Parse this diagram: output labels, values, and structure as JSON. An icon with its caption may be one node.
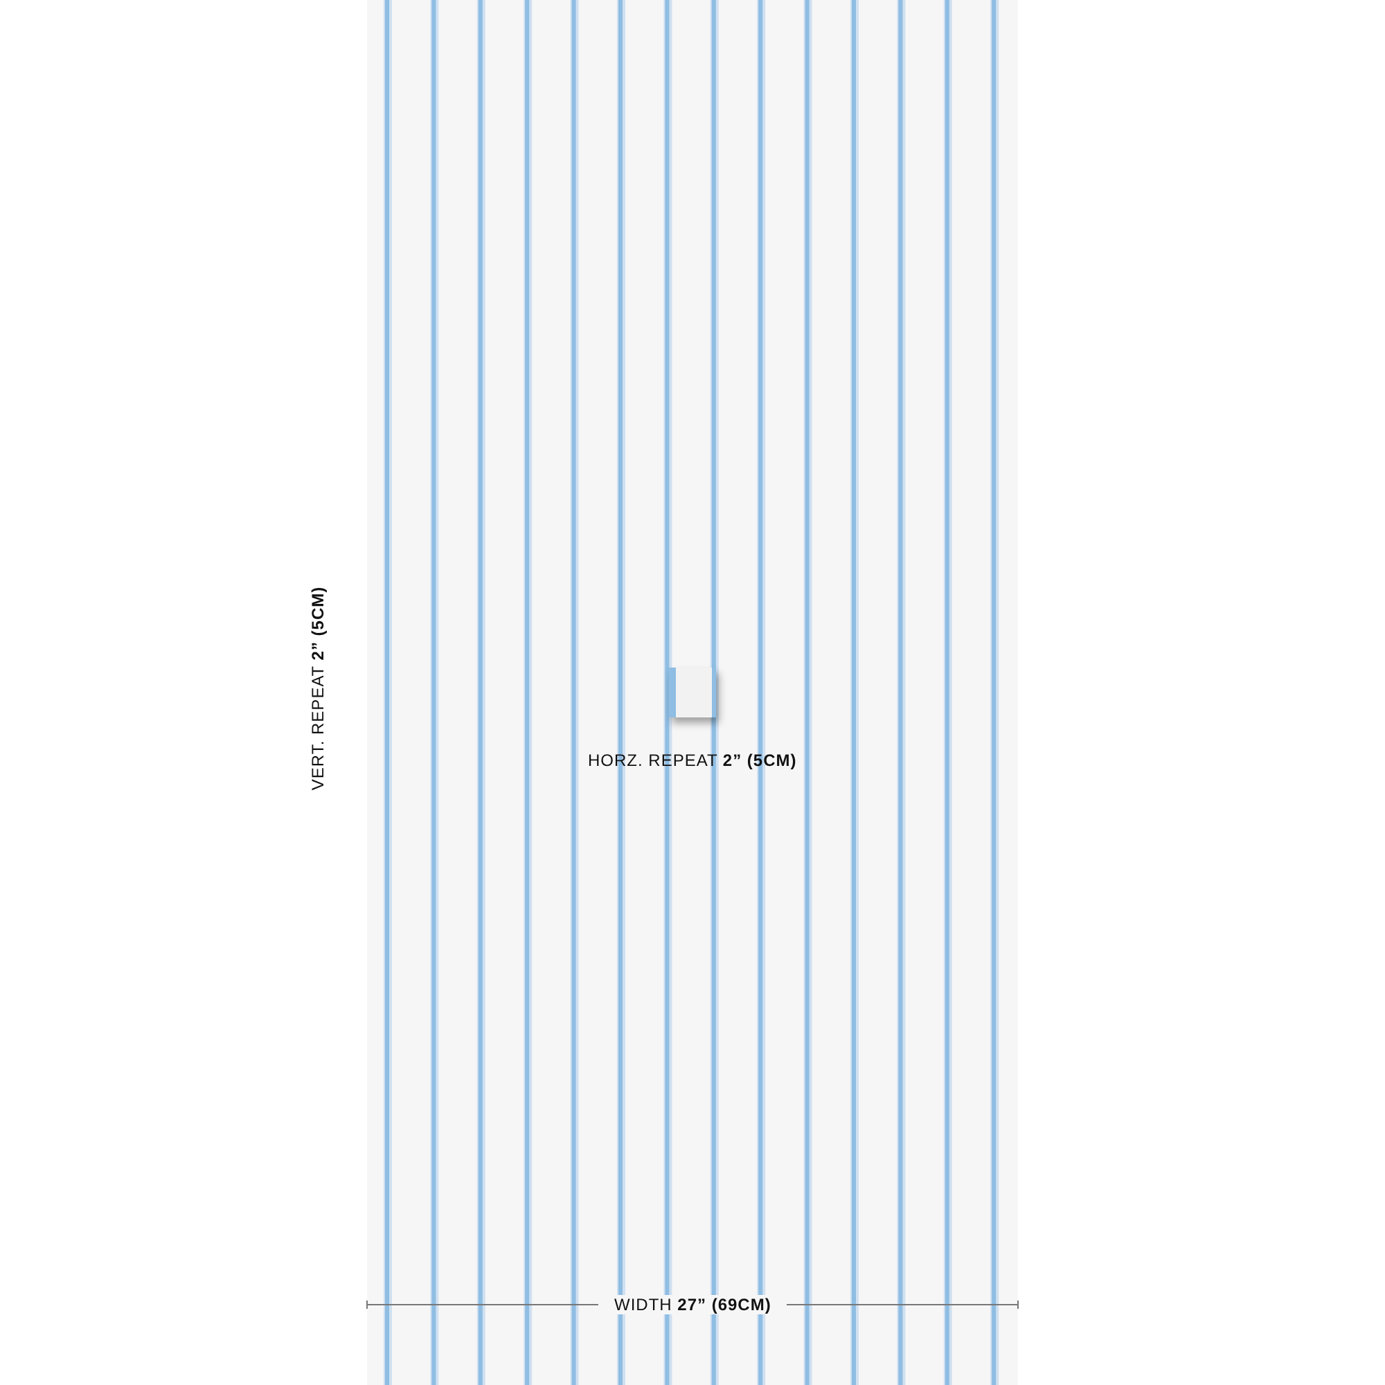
{
  "diagram": {
    "labels": [
      "VERT. REPEAT **2” (5CM)**",
      "HORZ. REPEAT **2” (5CM)**",
      "WIDTH **27” (69CM)**"
    ]
  }
}
